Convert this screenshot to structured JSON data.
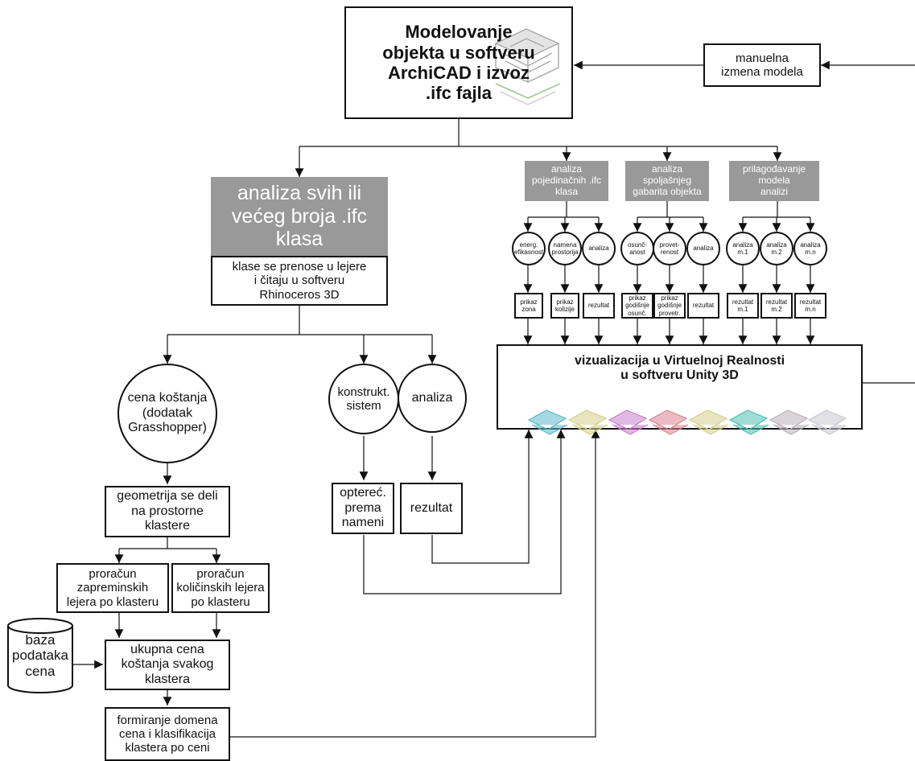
{
  "nodes": {
    "modeling": "Modelovanje\nobjekta u softveru\nArchiCAD i izvoz\n.ifc fajla",
    "manual": "manuelna\nizmena modela",
    "analysis_all": "analiza svih ili\nvećeg broja .ifc\nklasa",
    "layers": "klase se prenose u lejere\ni čitaju u softveru\nRhinoceros 3D",
    "cost": "cena koštanja\n(dodatak\nGrasshopper)",
    "constr": "konstrukt.\nsistem",
    "analiza_mid": "analiza",
    "geometry": "geometrija se deli\nna  prostorne\nklastere",
    "load": "optereć.\nprema\nnameni",
    "rezultat_mid": "rezultat",
    "vol_calc": "proračun\nzapreminskih\nlejera po klasteru",
    "qty_calc": "proračun\nkoličinskih lejera\npo klasteru",
    "db": "baza\npodataka\ncena",
    "total_cost": "ukupna cena\nkoštanja svakog\nklastera",
    "domains": "formiranje domena\ncena i klasifikacija\nklastera po ceni",
    "vr": "vizualizacija u Virtuelnoj Realnosti\nu softveru Unity 3D",
    "g1": "analiza\npojedinačnih .ifc\nklasa",
    "g2": "analiza\nspoljašnjeg\ngabarita objekta",
    "g3": "prilagođavanje\nmodela\nanalizi",
    "c1": "energ.\nefikasnost",
    "c2": "namena\nprostorija",
    "c3": "analiza",
    "c4": "osunč-\nanost",
    "c5": "provet-\nrenost",
    "c6": "analiza",
    "c7": "analiza\nm.1",
    "c8": "analiza\nm.2",
    "c9": "analiza\nm.n",
    "r1": "prikaz\nzona",
    "r2": "prikaz\nkolizije",
    "r3": "rezultat",
    "r4": "prikaz\ngodišnje\nosunč.",
    "r5": "prikaz\ngodišnje\nprovetr.",
    "r6": "rezultat",
    "r7": "rezultat\nm.1",
    "r8": "rezultat\nm.2",
    "r9": "rezultat\nm.n"
  },
  "colors": {
    "line": "#111111",
    "gray_box": "#999999",
    "thumbnail_tints": [
      "#5bb8c9",
      "#d4d08a",
      "#c77fc7",
      "#d9838f",
      "#d4d08a",
      "#4fbfb0",
      "#b8b0b8",
      "#c8c8d0"
    ]
  },
  "icons": {
    "building_preview": "building-render-icon",
    "vr_thumbnails": "building-thumbnail-icon"
  }
}
